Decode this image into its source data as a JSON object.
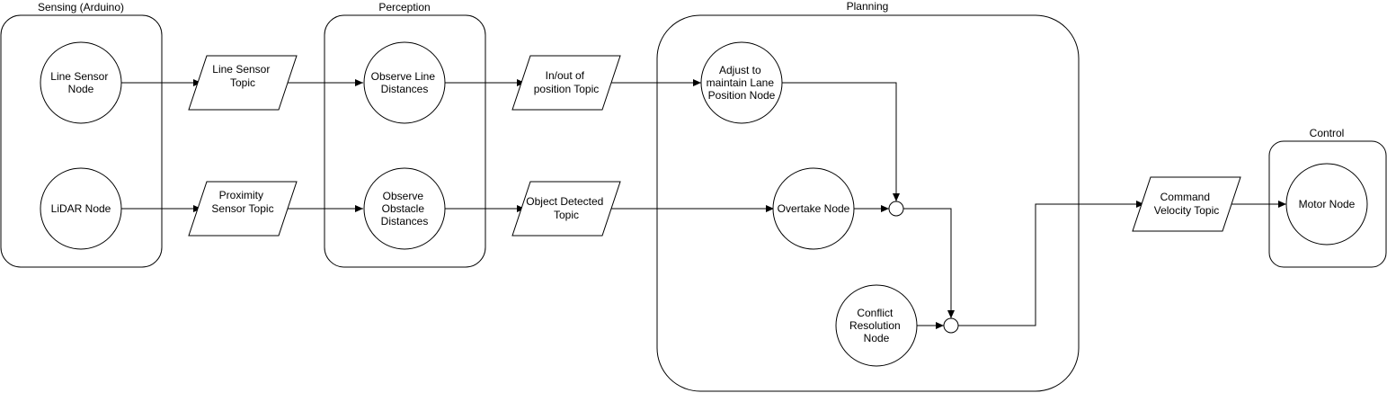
{
  "groups": {
    "sensing": "Sensing (Arduino)",
    "perception": "Perception",
    "planning": "Planning",
    "control": "Control"
  },
  "nodes": {
    "line_sensor_node": [
      "Line Sensor",
      "Node"
    ],
    "lidar_node": [
      "LiDAR Node"
    ],
    "observe_line": [
      "Observe Line",
      "Distances"
    ],
    "observe_obstacle": [
      "Observe",
      "Obstacle",
      "Distances"
    ],
    "adjust_lane": [
      "Adjust to",
      "maintain Lane",
      "Position Node"
    ],
    "overtake": [
      "Overtake Node"
    ],
    "conflict": [
      "Conflict",
      "Resolution",
      "Node"
    ],
    "motor": [
      "Motor Node"
    ]
  },
  "topics": {
    "line_sensor_topic": [
      "Line Sensor",
      "Topic"
    ],
    "proximity_topic": [
      "Proximity",
      "Sensor Topic"
    ],
    "in_out_topic": [
      "In/out of",
      "position Topic"
    ],
    "object_detected_topic": [
      "Object Detected",
      "Topic"
    ],
    "command_velocity_topic": [
      "Command",
      "Velocity Topic"
    ]
  }
}
